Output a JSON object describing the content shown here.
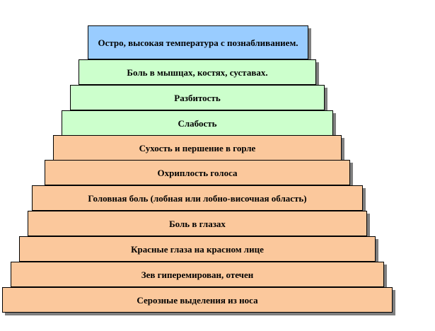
{
  "colors": {
    "top": "#99ccff",
    "green": "#ccffcc",
    "orange": "#fbc89c",
    "border": "#000000",
    "shadow": "#7f7f7f"
  },
  "steps": [
    {
      "label": "Остро, высокая температура с познабливанием.",
      "color": "top"
    },
    {
      "label": "Боль в мышцах, костях, суставах.",
      "color": "green"
    },
    {
      "label": "Разбитость",
      "color": "green"
    },
    {
      "label": "Слабость",
      "color": "green"
    },
    {
      "label": "Сухость и першение в горле",
      "color": "orange"
    },
    {
      "label": "Охриплость голоса",
      "color": "orange"
    },
    {
      "label": "Головная боль (лобная или лобно-височная область)",
      "color": "orange"
    },
    {
      "label": "Боль в глазах",
      "color": "orange"
    },
    {
      "label": "Красные глаза на красном лице",
      "color": "orange"
    },
    {
      "label": "Зев гиперемирован, отечен",
      "color": "orange"
    },
    {
      "label": "Серозные выделения из носа",
      "color": "orange"
    }
  ]
}
